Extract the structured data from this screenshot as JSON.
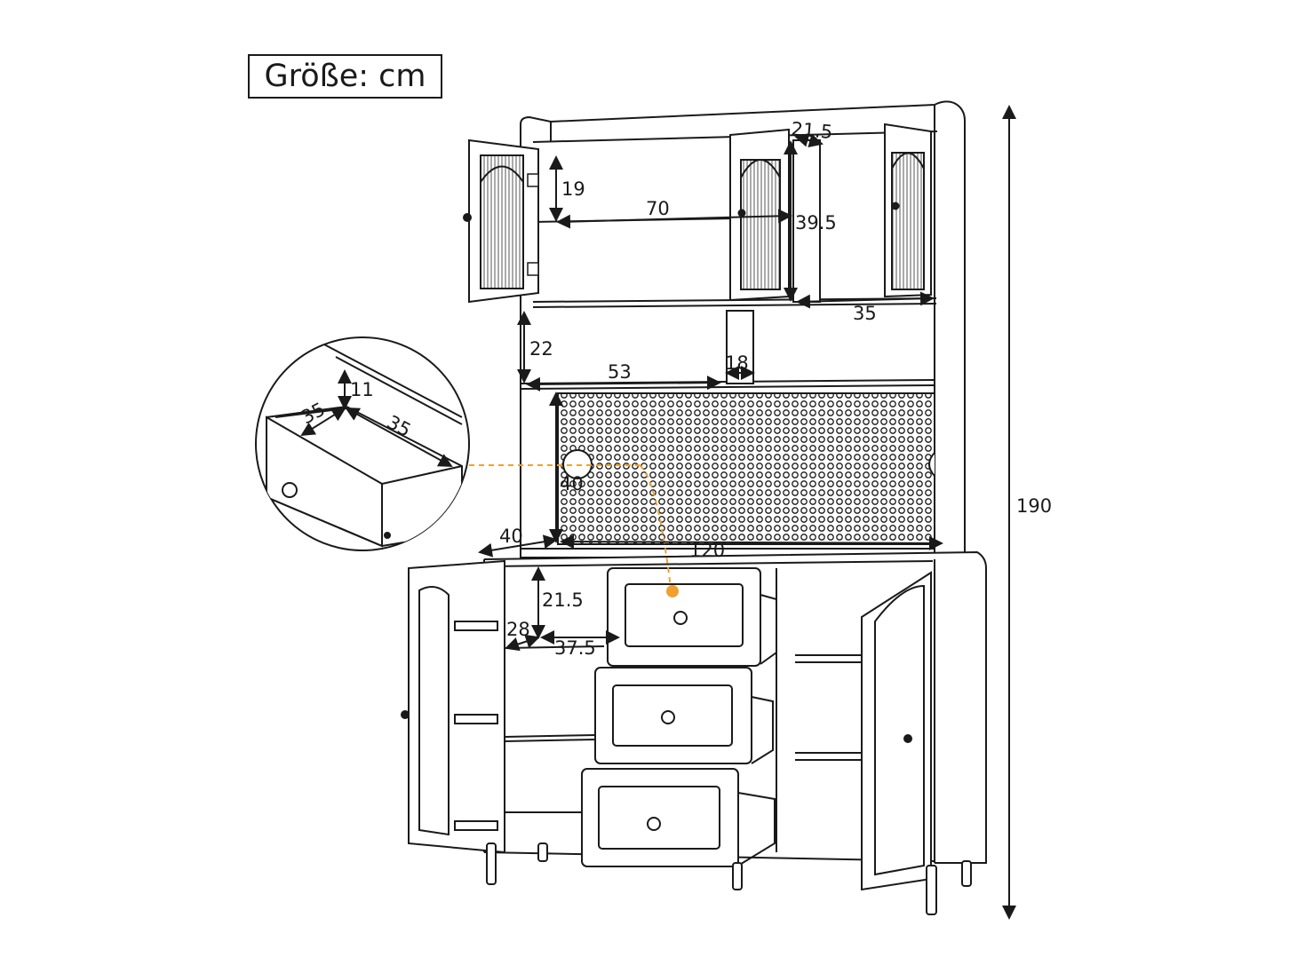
{
  "unit_label": "Größe: cm",
  "dimensions": {
    "total_height": "190",
    "total_width": "120",
    "depth": "40",
    "upper_door_width": "21.5",
    "upper_shelf_height": "19",
    "upper_cabinet_width": "70",
    "upper_cabinet_height": "39.5",
    "upper_side_depth": "35",
    "open_shelf_height": "22",
    "open_shelf_width": "53",
    "open_side_width": "18",
    "pegboard_height": "40",
    "drawer_height": "11",
    "drawer_depth": "35",
    "drawer_width": "35",
    "base_shelf_height": "21.5",
    "base_side_width": "28",
    "base_shelf_width": "37.5"
  },
  "colors": {
    "line": "#1a1a1a",
    "callout": "#f0a030"
  }
}
